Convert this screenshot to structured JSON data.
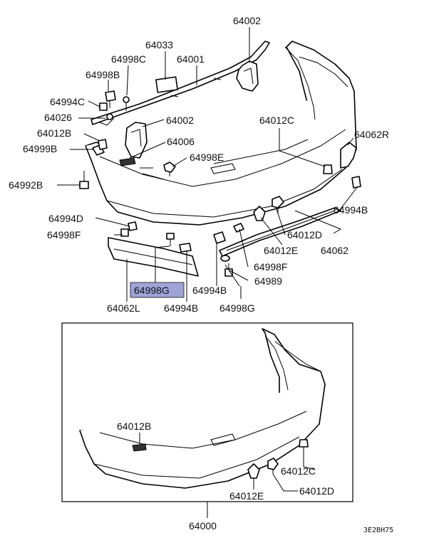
{
  "labels": {
    "l64002a": "64002",
    "l64033": "64033",
    "l64998c": "64998C",
    "l64001": "64001",
    "l64998b": "64998B",
    "l64994c": "64994C",
    "l64026": "64026",
    "l64002b": "64002",
    "l64012c": "64012C",
    "l64012b": "64012B",
    "l64006": "64006",
    "l64062r": "64062R",
    "l64999b": "64999B",
    "l64998e": "64998E",
    "l64992b": "64992B",
    "l64994b_r": "64994B",
    "l64994d": "64994D",
    "l64012d": "64012D",
    "l64998f": "64998F",
    "l64012e": "64012E",
    "l64062": "64062",
    "l64998f2": "64998F",
    "l64989": "64989",
    "l64998g_hl": "64998G",
    "l64994b_c": "64994B",
    "l64998g": "64998G",
    "l64062l": "64062L",
    "l64994b_l": "64994B",
    "b64012b": "64012B",
    "b64012c": "64012C",
    "b64012d": "64012D",
    "b64012e": "64012E",
    "b64000": "64000"
  },
  "highlight": {
    "color": "#9ea4d8"
  },
  "diagram_code": "3E2BH75"
}
